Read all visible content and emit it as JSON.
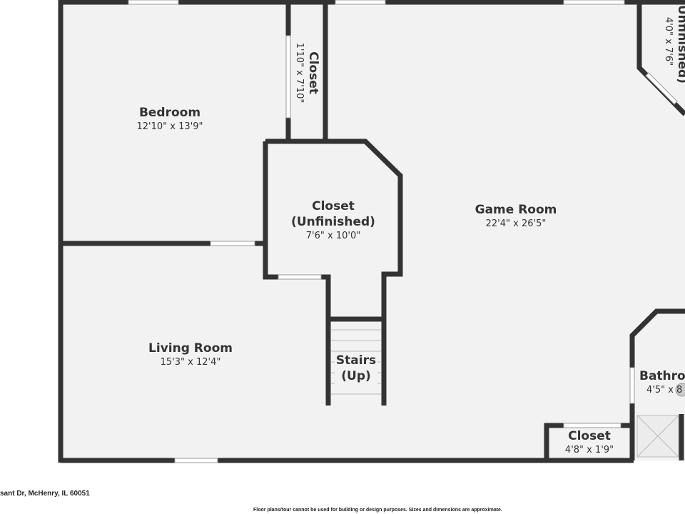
{
  "rooms": {
    "bedroom": {
      "name": "Bedroom",
      "dims": "12'10\" x 13'9\""
    },
    "closet_top": {
      "name": "Closet",
      "dims": "1'10\" x 7'10\""
    },
    "closet_unfinished": {
      "name": "Closet",
      "sub": "(Unfinished)",
      "dims": "7'6\" x 10'0\""
    },
    "game_room": {
      "name": "Game Room",
      "dims": "22'4\" x 26'5\""
    },
    "unfinished_right": {
      "name": "(Unfinished)",
      "dims": "4'0\" x 7'6\""
    },
    "living_room": {
      "name": "Living Room",
      "dims": "15'3\" x 12'4\""
    },
    "stairs": {
      "name": "Stairs",
      "sub": "(Up)"
    },
    "bathroom": {
      "name": "Bathro",
      "dims": "4'5\" x 8"
    },
    "closet_bottom": {
      "name": "Closet",
      "dims": "4'8\" x 1'9\""
    }
  },
  "footer": {
    "address": "sant Dr, McHenry, IL 60051",
    "disclaimer": "Floor plans/tour cannot be used for building or design purposes. Sizes and dimensions are approximate."
  },
  "colors": {
    "wall": "#333333",
    "floor": "#f2f2f2"
  }
}
